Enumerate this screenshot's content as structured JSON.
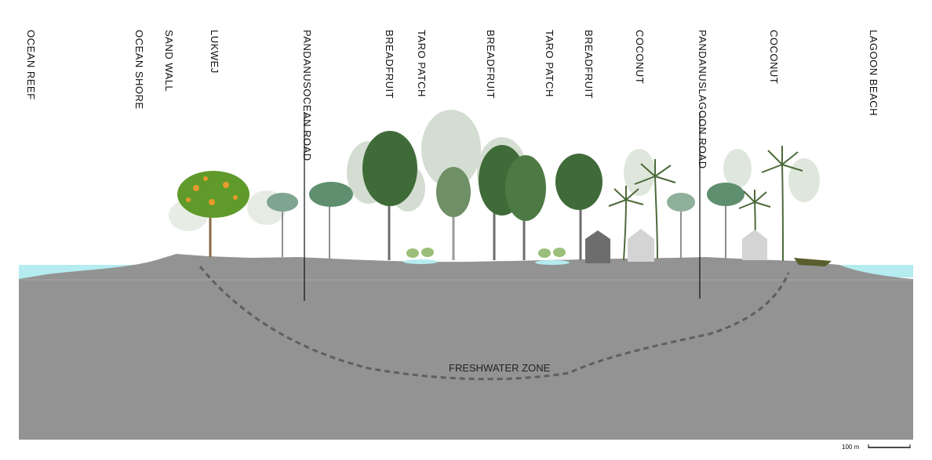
{
  "labels": [
    {
      "id": "ocean-reef",
      "lines": [
        "OCEAN REEF"
      ]
    },
    {
      "id": "ocean-shore",
      "lines": [
        "OCEAN SHORE"
      ]
    },
    {
      "id": "sand-wall",
      "lines": [
        "SAND WALL"
      ]
    },
    {
      "id": "lukwej",
      "lines": [
        "LUKWEJ"
      ]
    },
    {
      "id": "pandanus-ocean-road",
      "lines": [
        "PANDANUS",
        "OCEAN ROAD"
      ]
    },
    {
      "id": "breadfruit-1",
      "lines": [
        "BREADFRUIT"
      ]
    },
    {
      "id": "taro-patch-1",
      "lines": [
        "TARO PATCH"
      ]
    },
    {
      "id": "breadfruit-2",
      "lines": [
        "BREADFRUIT"
      ]
    },
    {
      "id": "taro-patch-2",
      "lines": [
        "TARO PATCH"
      ]
    },
    {
      "id": "breadfruit-3",
      "lines": [
        "BREADFRUIT"
      ]
    },
    {
      "id": "coconut-1",
      "lines": [
        "COCONUT"
      ]
    },
    {
      "id": "pandanus-lagoon-road",
      "lines": [
        "PANDANUS",
        "LAGOON ROAD"
      ]
    },
    {
      "id": "coconut-2",
      "lines": [
        "COCONUT"
      ]
    },
    {
      "id": "lagoon-beach",
      "lines": [
        "LAGOON BEACH"
      ]
    }
  ],
  "zone_label": "FRESHWATER ZONE",
  "scale_label": "100 m",
  "colors": {
    "ground": "#939393",
    "water": "#b4ecf0",
    "zone_line": "#5f5f5f",
    "tree_dark": "#3f6b38",
    "tree_faded": "#b9c9b3",
    "lukwej": "#5f9a2a",
    "lukwej_fruit": "#e89a2c",
    "house_dark": "#6d6d6d",
    "house_faded": "#d4d4d4"
  }
}
